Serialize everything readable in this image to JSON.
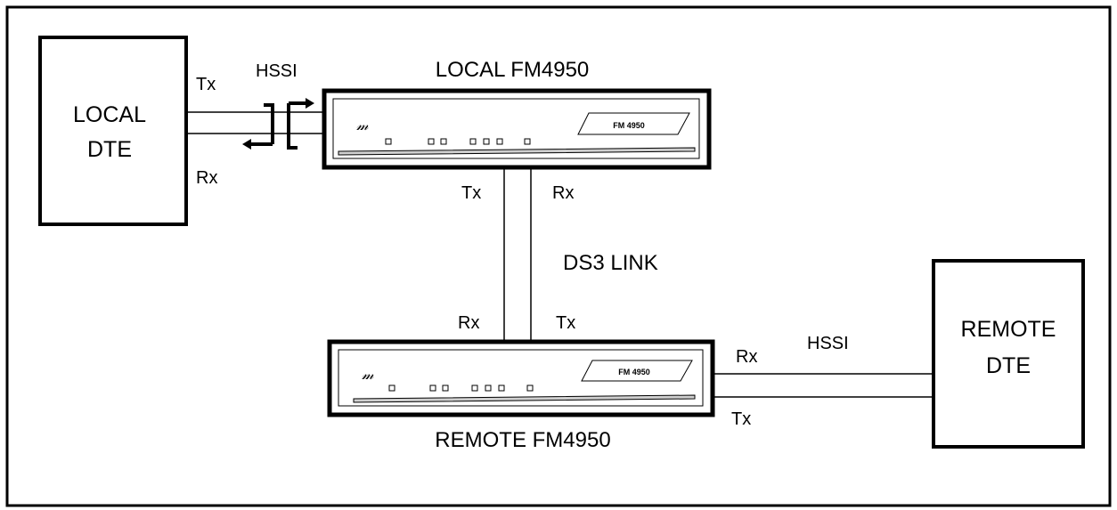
{
  "local_dte": {
    "line1": "LOCAL",
    "line2": "DTE"
  },
  "remote_dte": {
    "line1": "REMOTE",
    "line2": "DTE"
  },
  "local_fm": {
    "title": "LOCAL FM4950",
    "panel_label": "FM 4950",
    "logo": "m-script-logo"
  },
  "remote_fm": {
    "title": "REMOTE FM4950",
    "panel_label": "FM 4950",
    "logo": "m-script-logo"
  },
  "local_link": {
    "tx": "Tx",
    "rx": "Rx",
    "name": "HSSI"
  },
  "ds3": {
    "name": "DS3 LINK",
    "top_tx": "Tx",
    "top_rx": "Rx",
    "bottom_rx": "Rx",
    "bottom_tx": "Tx"
  },
  "remote_link": {
    "rx": "Rx",
    "tx": "Tx",
    "name": "HSSI"
  }
}
